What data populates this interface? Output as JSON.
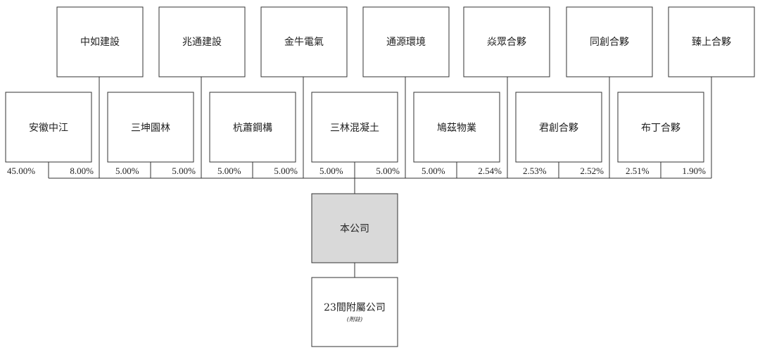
{
  "top_row": [
    "中如建設",
    "兆通建設",
    "金牛電氣",
    "通源環境",
    "焱眾合夥",
    "同創合夥",
    "臻上合夥"
  ],
  "middle_row": [
    "安徽中江",
    "三坤園林",
    "杭蕭鋼構",
    "三林混凝土",
    "鳩茲物業",
    "君創合夥",
    "布丁合夥"
  ],
  "percentages": [
    "45.00%",
    "8.00%",
    "5.00%",
    "5.00%",
    "5.00%",
    "5.00%",
    "5.00%",
    "5.00%",
    "5.00%",
    "2.54%",
    "2.53%",
    "2.52%",
    "2.51%",
    "1.90%"
  ],
  "company": "本公司",
  "subsidiaries": "23間附屬公司",
  "note": "(附註)",
  "colors": {
    "line": "#333333",
    "company_fill": "#d9d9d9",
    "box_fill": "#ffffff"
  }
}
